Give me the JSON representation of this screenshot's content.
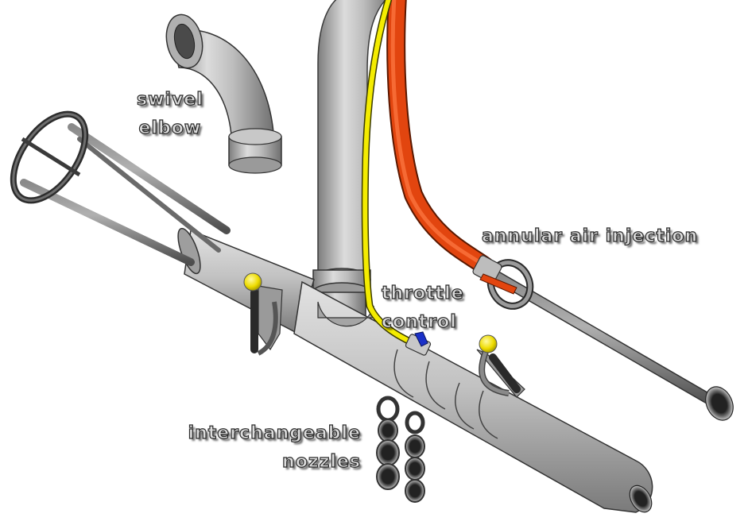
{
  "labels": {
    "swivel": [
      "swivel",
      "elbow"
    ],
    "annular": [
      "annular air injection"
    ],
    "throttle": [
      "throttle",
      "control"
    ],
    "nozzles": [
      "interchangeable",
      "nozzles"
    ]
  },
  "colors": {
    "pipe": "#b9b9b9",
    "pipe_dark": "#8a8a8a",
    "fuel_line": "#f4ec00",
    "air_line": "#e2450f",
    "knob": "#f0e000",
    "valve": "#1a30c8"
  }
}
